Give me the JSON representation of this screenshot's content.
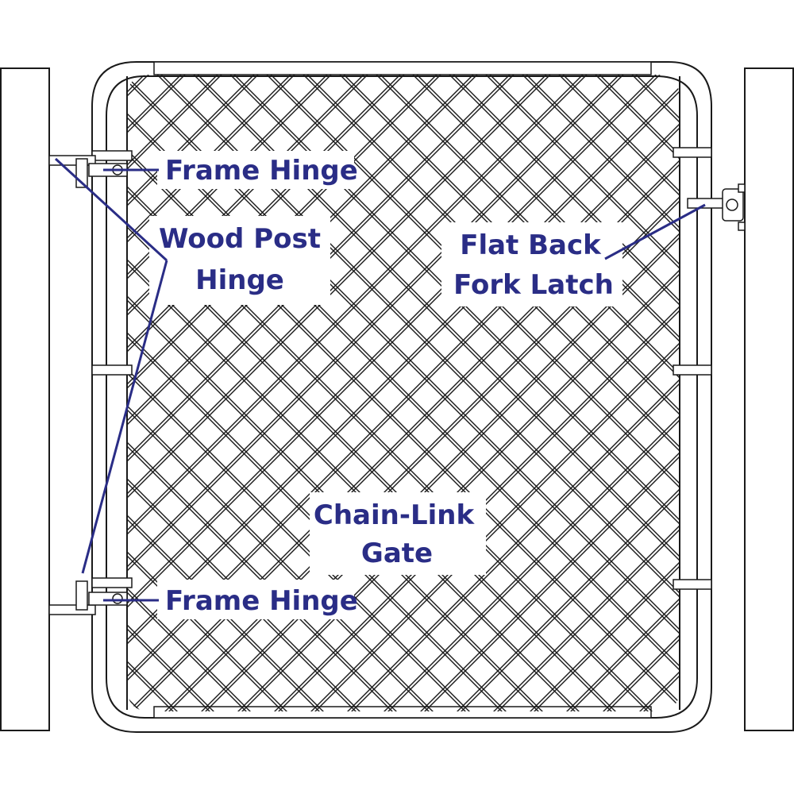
{
  "labels": {
    "frame_hinge_top": "Frame Hinge",
    "wood_post_hinge_line1": "Wood Post",
    "wood_post_hinge_line2": "Hinge",
    "latch_line1": "Flat Back",
    "latch_line2": "Fork Latch",
    "gate_line1": "Chain-Link",
    "gate_line2": "Gate",
    "frame_hinge_bottom": "Frame Hinge"
  },
  "colors": {
    "label": "#2a2d86",
    "leader": "#2a2d86",
    "drawing": "#1a1a1a",
    "background": "#ffffff"
  }
}
